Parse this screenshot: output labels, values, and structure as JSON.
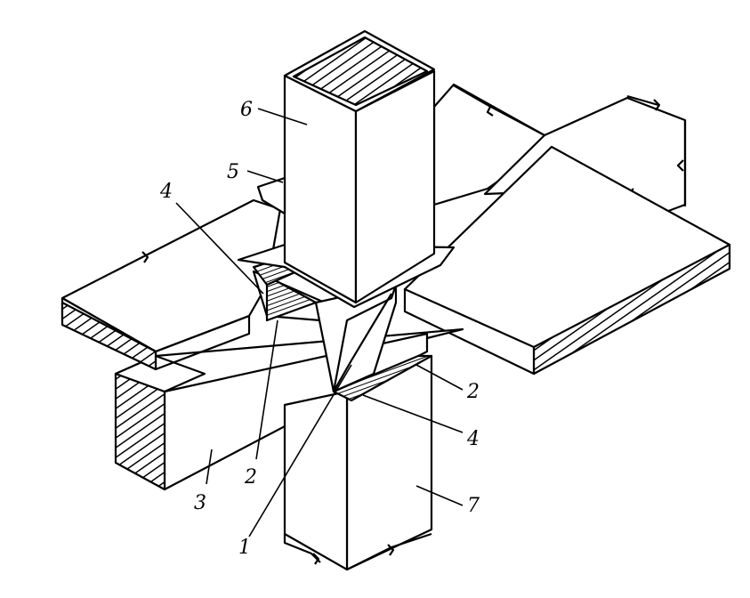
{
  "labels": {
    "n1": "1",
    "n2_left": "2",
    "n2_right": "2",
    "n3": "3",
    "n4_left": "4",
    "n4_right": "4",
    "n5": "5",
    "n6": "6",
    "n7": "7"
  }
}
